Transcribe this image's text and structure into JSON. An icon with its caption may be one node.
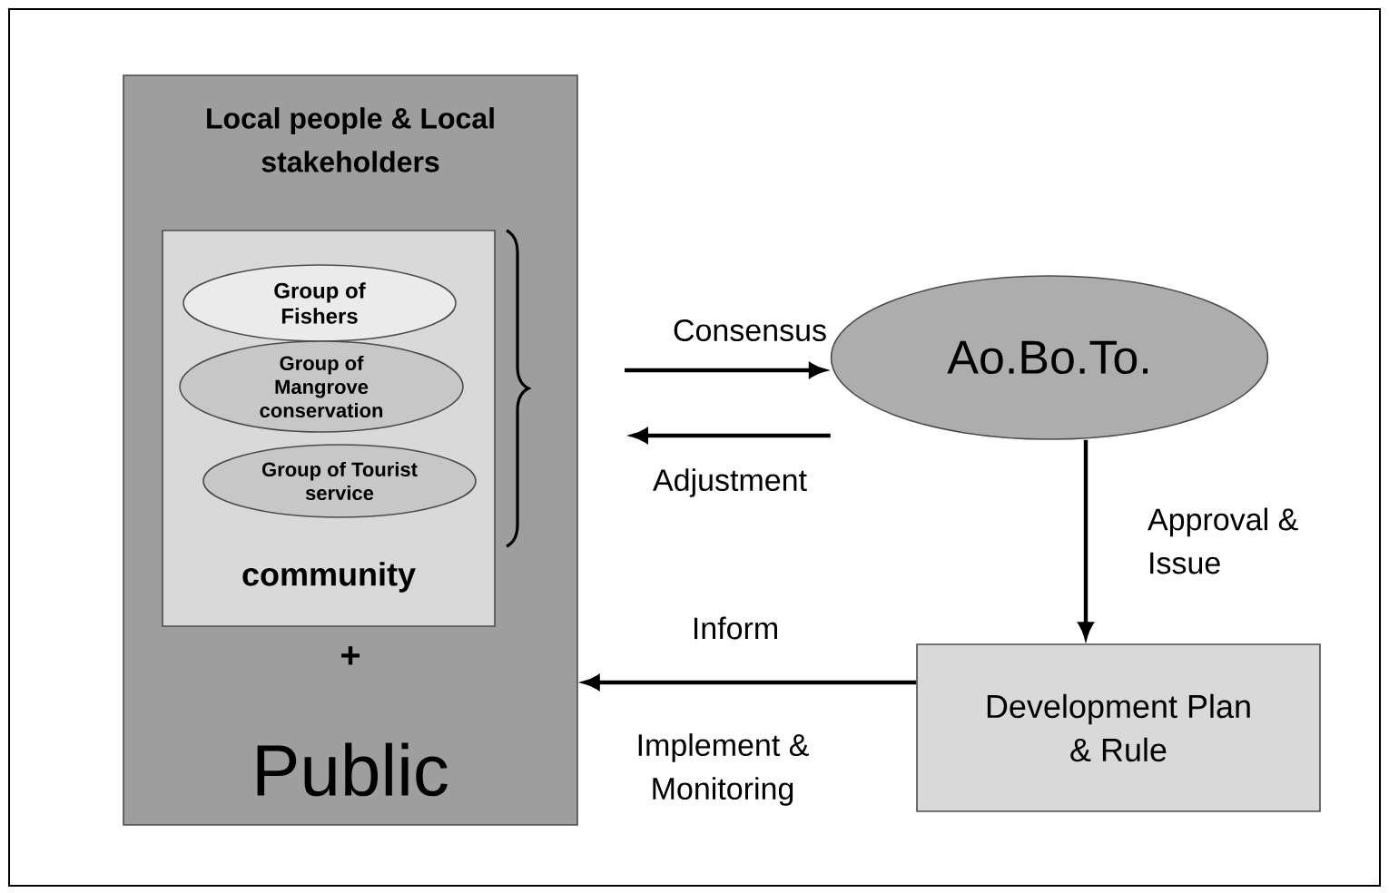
{
  "diagram": {
    "nodes": [
      {
        "text": [
          "Local people & Local stakeholders",
          "+",
          "Public"
        ]
      },
      {
        "text": [
          "community"
        ],
        "in": 0
      },
      {
        "text": [
          "Group of Fishers"
        ],
        "in": 1
      },
      {
        "text": [
          "Group of Mangrove conservation"
        ],
        "in": 1
      },
      {
        "text": [
          "Group of Tourist service"
        ],
        "in": 1
      },
      {
        "text": [
          "Ao.Bo.To."
        ]
      },
      {
        "text": [
          "Development Plan & Rule"
        ]
      }
    ],
    "edges": [
      {
        "from": null,
        "to": 5,
        "arrow": "to",
        "label": "Consensus"
      },
      {
        "from": 5,
        "to": null,
        "arrow": "to",
        "label": "Adjustment"
      },
      {
        "from": 5,
        "to": 6,
        "arrow": "to",
        "label": "Approval & Issue"
      },
      {
        "from": 6,
        "to": 0,
        "arrow": "to",
        "label": "Inform"
      }
    ],
    "labels": [
      "Implement & Monitoring"
    ]
  }
}
